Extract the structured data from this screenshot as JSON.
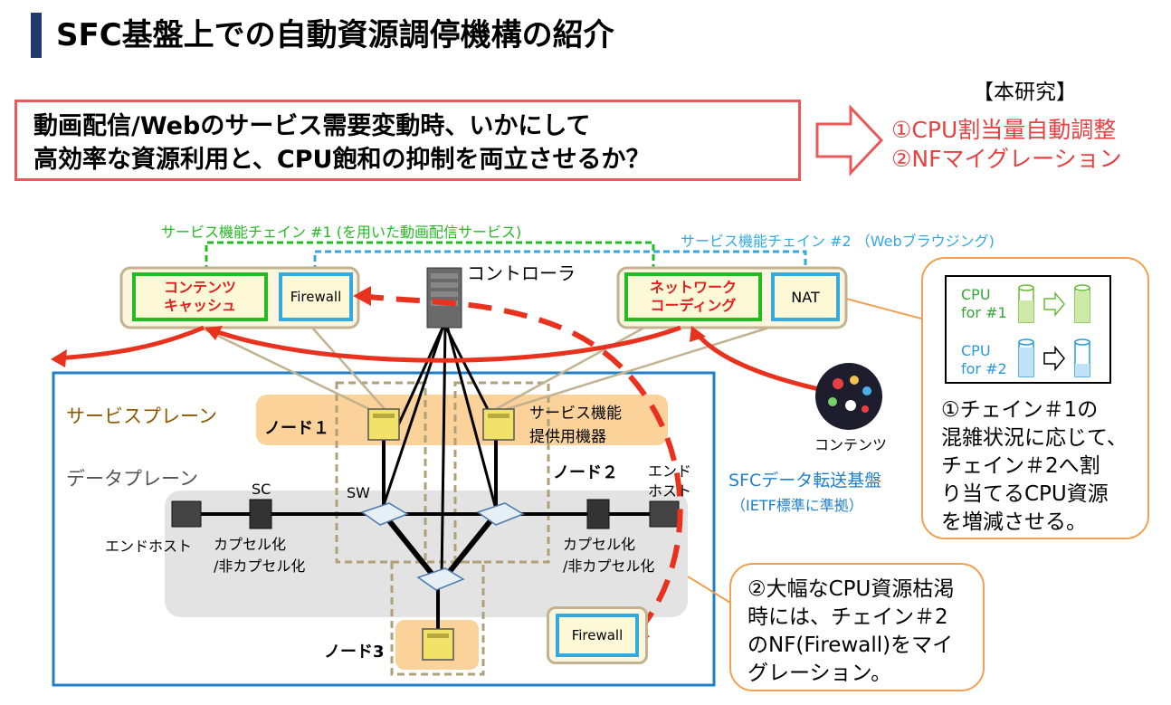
{
  "title": "SFC基盤上での自動資源調停機構の紹介",
  "question": {
    "line1": "動画配信/Webのサービス需要変動時、いかにして",
    "line2": "高効率な資源利用と、CPU飽和の抑制を両立させるか？"
  },
  "research": {
    "heading": "【本研究】",
    "item1": "①CPU割当量自動調整",
    "item2": "②NFマイグレーション"
  },
  "chains": {
    "chain1_label": "サービス機能チェイン #1 (を用いた動画配信サービス)",
    "chain2_label": "サービス機能チェイン #2 （Webブラウジング)"
  },
  "nfs": {
    "cache_line1": "コンテンツ",
    "cache_line2": "キャッシュ",
    "firewall": "Firewall",
    "netcoding_line1": "ネットワーク",
    "netcoding_line2": "コーディング",
    "nat": "NAT",
    "migrated_firewall": "Firewall"
  },
  "controller_label": "コントローラ",
  "planes": {
    "service_plane": "サービスプレーン",
    "data_plane": "データプレーン"
  },
  "nodes": {
    "node1": "ノード１",
    "node2": "ノード２",
    "node3": "ノード3"
  },
  "labels": {
    "service_function_device_line1": "サービス機能",
    "service_function_device_line2": "提供用機器",
    "sc": "SC",
    "sw": "SW",
    "end_host_left": "エンドホスト",
    "end_host_right_line1": "エンド",
    "end_host_right_line2": "ホスト",
    "encap_left_line1": "カプセル化",
    "encap_left_line2": "/非カプセル化",
    "encap_right_line1": "カプセル化",
    "encap_right_line2": "/非カプセル化",
    "sfc_infra": "SFCデータ転送基盤",
    "ietf": "（IETF標準に準拠）",
    "contents": "コンテンツ"
  },
  "cpu_panel": {
    "cpu1_line1": "CPU",
    "cpu1_line2": "for #1",
    "cpu2_line1": "CPU",
    "cpu2_line2": "for #2"
  },
  "bubbles": {
    "bubble1": "①チェイン＃1の\n混雑状況に応じて、\nチェイン＃2へ割\nり当てるCPU資源\nを増減させる。",
    "bubble2": "②大幅なCPU資源枯渇\n時には、チェイン＃2\nのNF(Firewall)をマイ\nグレーション。"
  },
  "colors": {
    "title_bar": "#1f3a6b",
    "accent_red": "#e84040",
    "chain1_green": "#22bb22",
    "chain2_blue": "#33aadd",
    "sfc_frame_blue": "#1f7fc8",
    "service_plane_label": "#8b5a00",
    "node_orange": "#fbd29a",
    "nf_fill": "#fdf9d6",
    "panel_border": "#c2b290",
    "bubble_border": "#f0a050",
    "data_plane_gray": "#e3e3e3"
  }
}
